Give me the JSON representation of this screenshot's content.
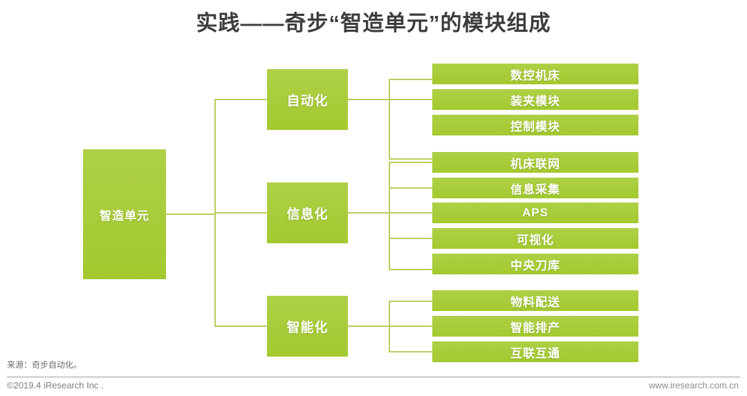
{
  "slide": {
    "title": "实践——奇步“智造单元”的模块组成",
    "accent_color": "#a9ce38",
    "line_color": "#b5ce5e",
    "title_color": "#3c3c3c"
  },
  "diagram": {
    "root": {
      "label": "智造单元"
    },
    "branches": [
      {
        "label": "自动化",
        "items": [
          {
            "label": "数控机床"
          },
          {
            "label": "装夹模块"
          },
          {
            "label": "控制模块"
          }
        ]
      },
      {
        "label": "信息化",
        "items": [
          {
            "label": "机床联网"
          },
          {
            "label": "信息采集"
          },
          {
            "label": "APS"
          },
          {
            "label": "可视化"
          },
          {
            "label": "中央刀库"
          }
        ]
      },
      {
        "label": "智能化",
        "items": [
          {
            "label": "物料配送"
          },
          {
            "label": "智能排产"
          },
          {
            "label": "互联互通"
          }
        ]
      }
    ]
  },
  "footer": {
    "source": "来源：奇步自动化。",
    "copyright": "©2019.4 iResearch Inc .",
    "website": "www.iresearch.com.cn"
  }
}
